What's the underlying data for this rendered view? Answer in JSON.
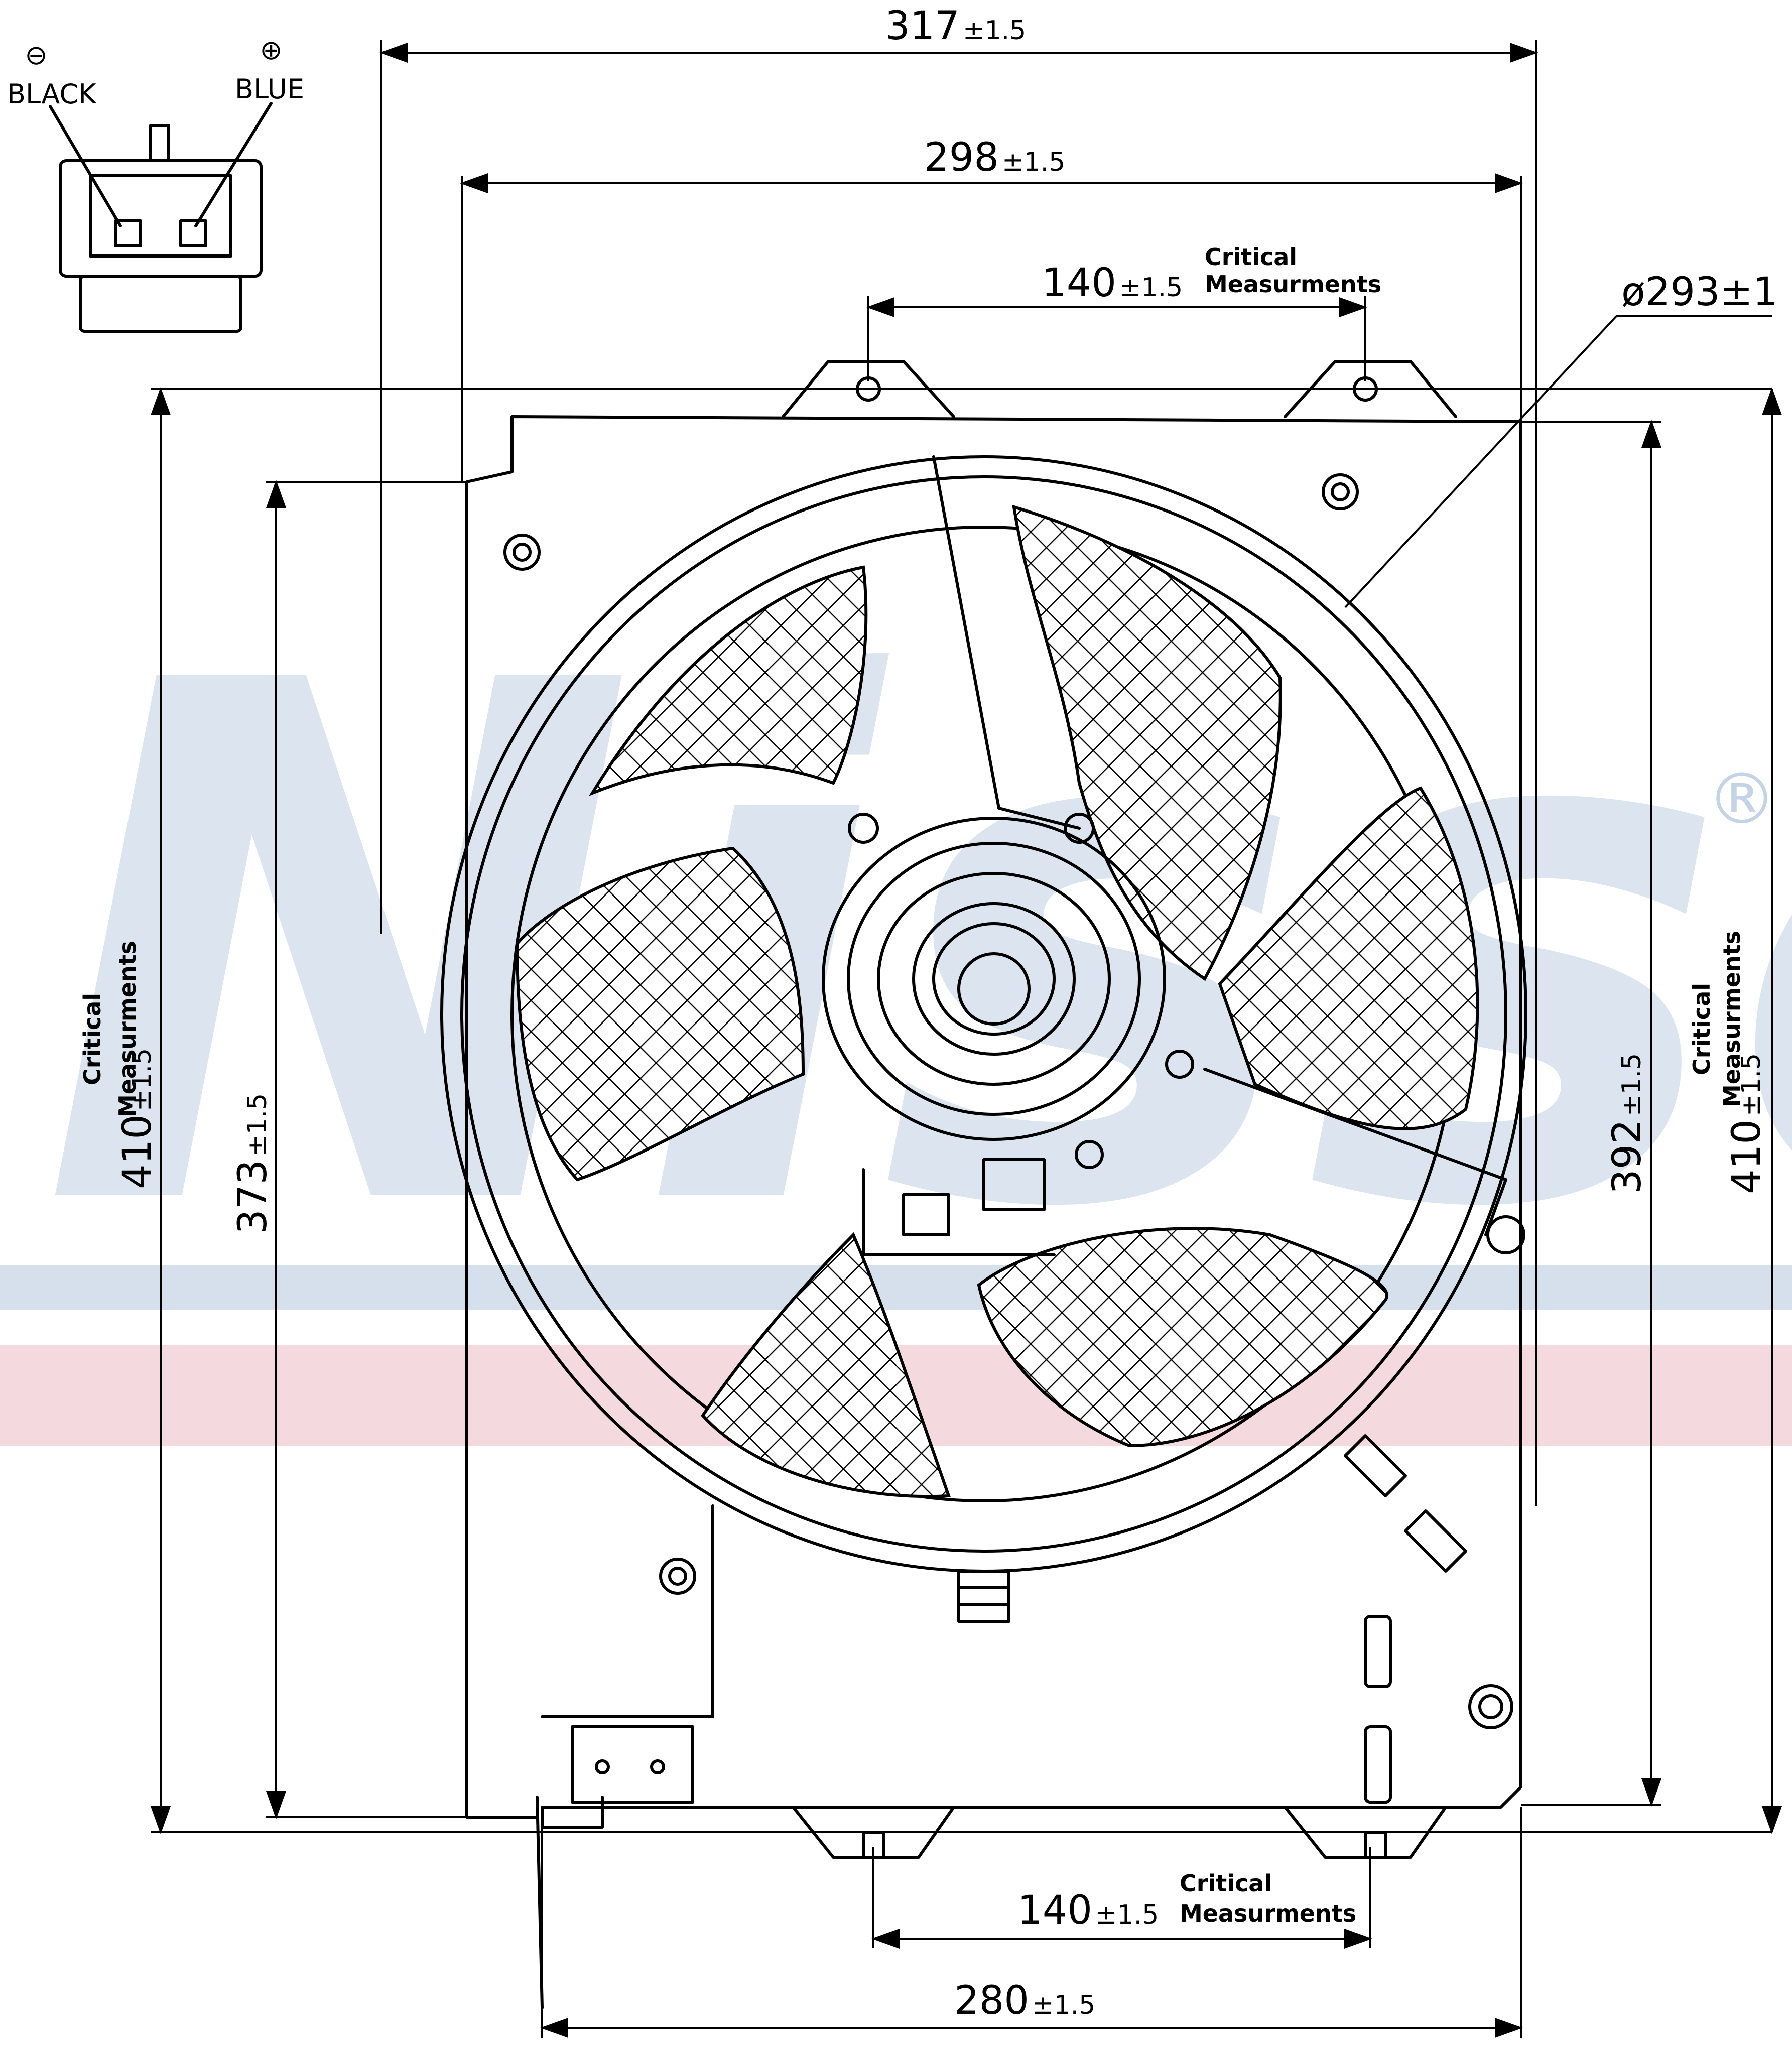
{
  "watermark": {
    "brand": "Nissens",
    "registered_mark": "®",
    "color": "#c5d3e6"
  },
  "connector": {
    "minus_symbol": "⊖",
    "plus_symbol": "⊕",
    "black_label": "BLACK",
    "blue_label": "BLUE"
  },
  "dimensions": {
    "top_width_value": "317",
    "top_width_tol": "±1.5",
    "frame_width_value": "298",
    "frame_width_tol": "±1.5",
    "top_mount_value": "140",
    "top_mount_tol": "±1.5",
    "fan_diameter": "ø293±1",
    "left_height_value": "410",
    "left_height_tol": "±1.5",
    "inner_height_value": "373",
    "inner_height_tol": "±1.5",
    "right_inner_height_value": "392",
    "right_inner_height_tol": "±1.5",
    "right_height_value": "410",
    "right_height_tol": "±1.5",
    "bottom_mount_value": "140",
    "bottom_mount_tol": "±1.5",
    "bottom_width_value": "280",
    "bottom_width_tol": "±1.5"
  },
  "notes": {
    "critical": "Critical",
    "measurements": "Measurments"
  }
}
